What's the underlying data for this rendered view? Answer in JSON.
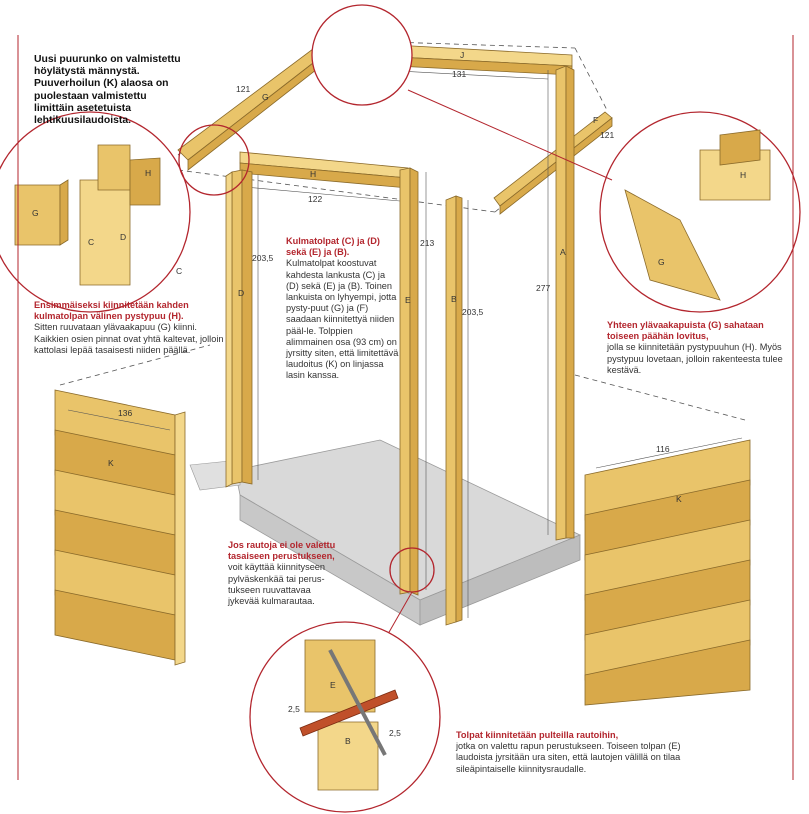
{
  "intro": "Uusi puurunko on valmistettu höylätystä männystä. Puuverhoilun (K) alaosa on puolestaan valmistettu limittäin asetetuista lehtikuusilaudoista.",
  "labels": {
    "A": "A",
    "B": "B",
    "C": "C",
    "D": "D",
    "E": "E",
    "F": "F",
    "G": "G",
    "H": "H",
    "J": "J",
    "K": "K"
  },
  "dims": {
    "g_top": "121",
    "j_top": "131",
    "f_top": "121",
    "h_width": "122",
    "d_height": "203,5",
    "e_height": "213",
    "b_height": "203,5",
    "a_height": "277",
    "k_left": "136",
    "k_right": "116",
    "gap_left": "2,5",
    "gap_right": "2,5"
  },
  "notes": {
    "corner_title": "Kulmatolpat (C) ja (D) sekä (E) ja (B).",
    "corner_body": "Kulmatolpat koostuvat kahdesta lankusta (C) ja (D) sekä (E) ja (B). Toinen lankuista on lyhyempi, jotta pysty-puut (G) ja (F) saadaan kiinnitettyä niiden pääl-le. Tolppien alimmainen osa (93 cm) on jyrsitty siten, että limitettävä laudoitus (K) on linjassa lasin kanssa.",
    "first_title": "Ensimmäiseksi kiinnitetään kahden kulmatolpan välinen pystypuu (H).",
    "first_body": "Sitten ruuvataan ylävaakapuu (G) kiinni. Kaikkien osien pinnat ovat yhtä kaltevat, jolloin kattolasi lepää tasaisesti niiden päällä.",
    "joint_title": "Yhteen ylävaakapuista (G) sahataan toiseen päähän lovitus,",
    "joint_body": "jolla se kiinnitetään pystypuuhun (H). Myös pystypuu lovetaan, jolloin rakenteesta tulee kestävä.",
    "foundation_title": "Jos rautoja ei ole valettu tasaiseen perustukseen,",
    "foundation_body": "voit käyttää kiinnityseen pylväskenkää tai perus-tukseen ruuvattavaa jykevää kulmarautaa.",
    "bolt_title": "Tolpat kiinnitetään pulteilla rautoihin,",
    "bolt_body": "jotka on valettu rapun perustukseen. Toiseen tolpan (E) laudoista jyrsitään ura siten, että lautojen välillä on tilaa sileäpintaiselle kiinnitysraudalle."
  },
  "colors": {
    "accent": "#b3262e",
    "wood": "#e9c46a",
    "concrete": "#dcdcdc"
  }
}
